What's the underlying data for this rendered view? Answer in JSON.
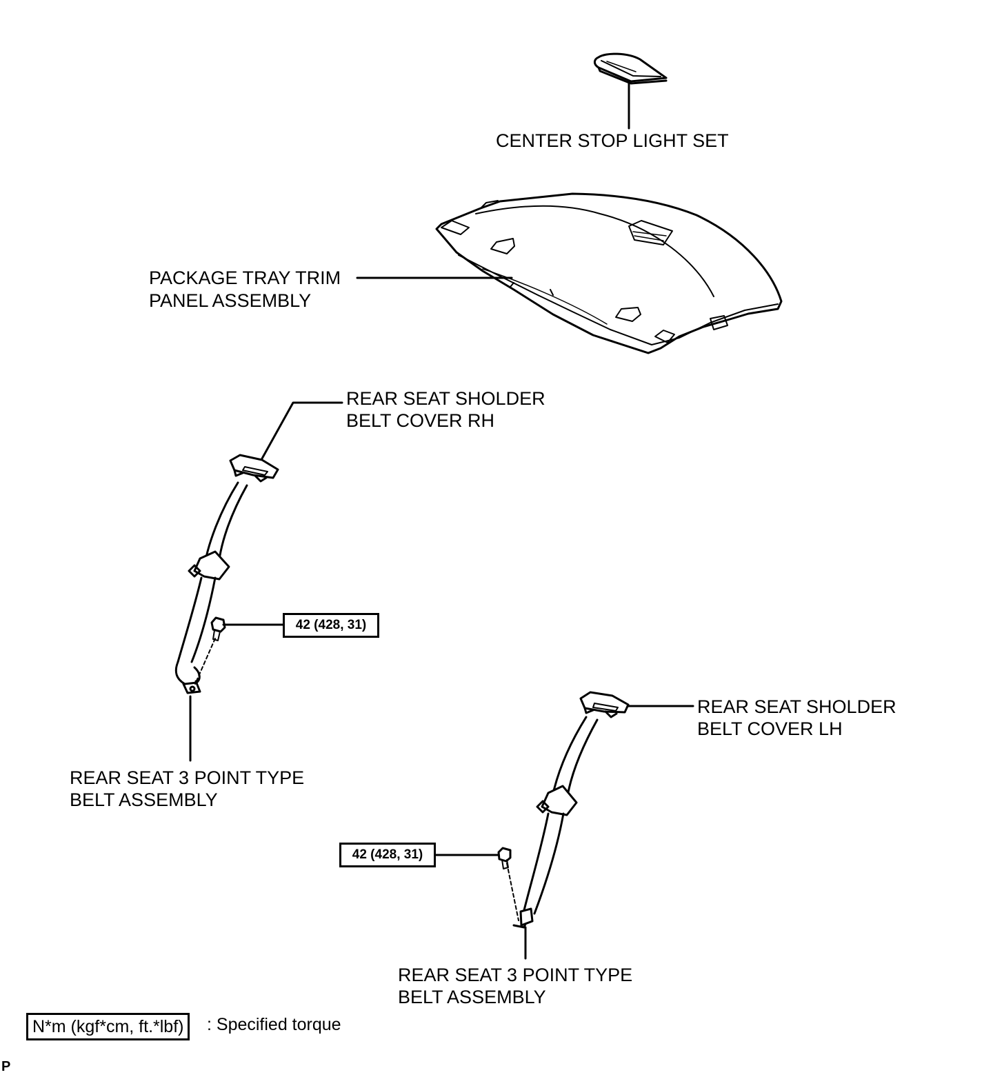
{
  "labels": {
    "center_stop_light": "CENTER STOP LIGHT SET",
    "package_tray_1": "PACKAGE TRAY TRIM",
    "package_tray_2": "PANEL ASSEMBLY",
    "cover_rh_1": "REAR SEAT SHOLDER",
    "cover_rh_2": "BELT COVER RH",
    "cover_lh_1": "REAR SEAT SHOLDER",
    "cover_lh_2": "BELT COVER LH",
    "belt_rh_1": "REAR SEAT 3 POINT TYPE",
    "belt_rh_2": "BELT ASSEMBLY",
    "belt_lh_1": "REAR SEAT 3 POINT TYPE",
    "belt_lh_2": "BELT ASSEMBLY"
  },
  "torque": {
    "rh": "42 (428, 31)",
    "lh": "42 (428, 31)"
  },
  "legend": {
    "box": "N*m (kgf*cm, ft.*lbf)",
    "text": ": Specified torque"
  },
  "corner_mark": "P"
}
